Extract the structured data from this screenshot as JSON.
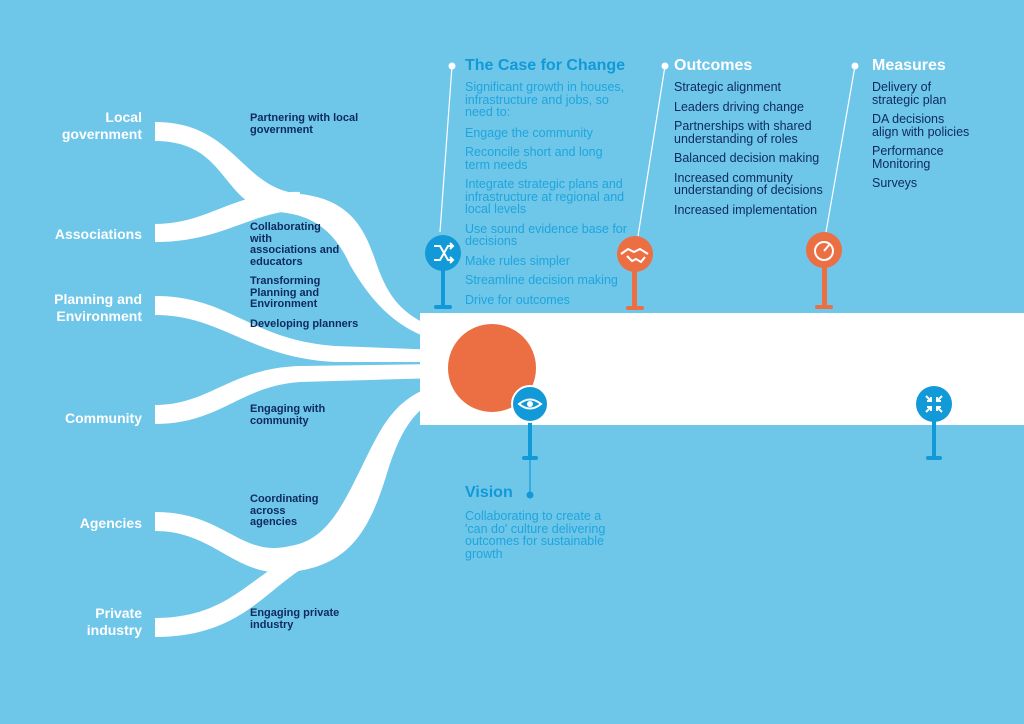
{
  "stakeholders": [
    {
      "label": "Local\ngovernment"
    },
    {
      "label": "Associations"
    },
    {
      "label": "Planning and\nEnvironment"
    },
    {
      "label": "Community"
    },
    {
      "label": "Agencies"
    },
    {
      "label": "Private\nindustry"
    }
  ],
  "actions": [
    {
      "label": "Partnering with local government"
    },
    {
      "label": "Collaborating with associations and educators"
    },
    {
      "label": "Transforming Planning and Environment"
    },
    {
      "label": "Developing planners"
    },
    {
      "label": "Engaging with community"
    },
    {
      "label": "Coordinating across agencies"
    },
    {
      "label": "Engaging private industry"
    }
  ],
  "case_for_change": {
    "title": "The Case for Change",
    "intro": "Significant growth in houses, infrastructure and jobs, so need to:",
    "items": [
      "Engage the community",
      "Reconcile short and long term needs",
      "Integrate strategic plans and infrastructure at regional and local levels",
      "Use sound evidence base for decisions",
      "Make rules simpler",
      "Streamline decision making",
      "Drive for outcomes"
    ]
  },
  "outcomes": {
    "title": "Outcomes",
    "items": [
      "Strategic alignment",
      "Leaders driving change",
      "Partnerships with shared understanding of roles",
      "Balanced decision making",
      "Increased community understanding of decisions",
      "Increased implementation"
    ]
  },
  "measures": {
    "title": "Measures",
    "items": [
      "Delivery of strategic plan",
      "DA decisions align with policies",
      "Performance Monitoring",
      "Surveys"
    ]
  },
  "vision": {
    "title": "Vision",
    "text": "Collaborating to create a 'can do' culture delivering outcomes for sustainable growth"
  },
  "colors": {
    "background": "#6ec6e9",
    "road": "#ffffff",
    "blue_marker": "#1199d8",
    "orange_marker": "#ec6f43",
    "navy_text": "#0e2a5c"
  },
  "icons": {
    "case_marker": "shuffle-icon",
    "outcomes_marker": "handshake-icon",
    "measures_marker": "gauge-icon",
    "vision_marker": "eye-icon",
    "end_marker": "collapse-arrows-icon"
  }
}
